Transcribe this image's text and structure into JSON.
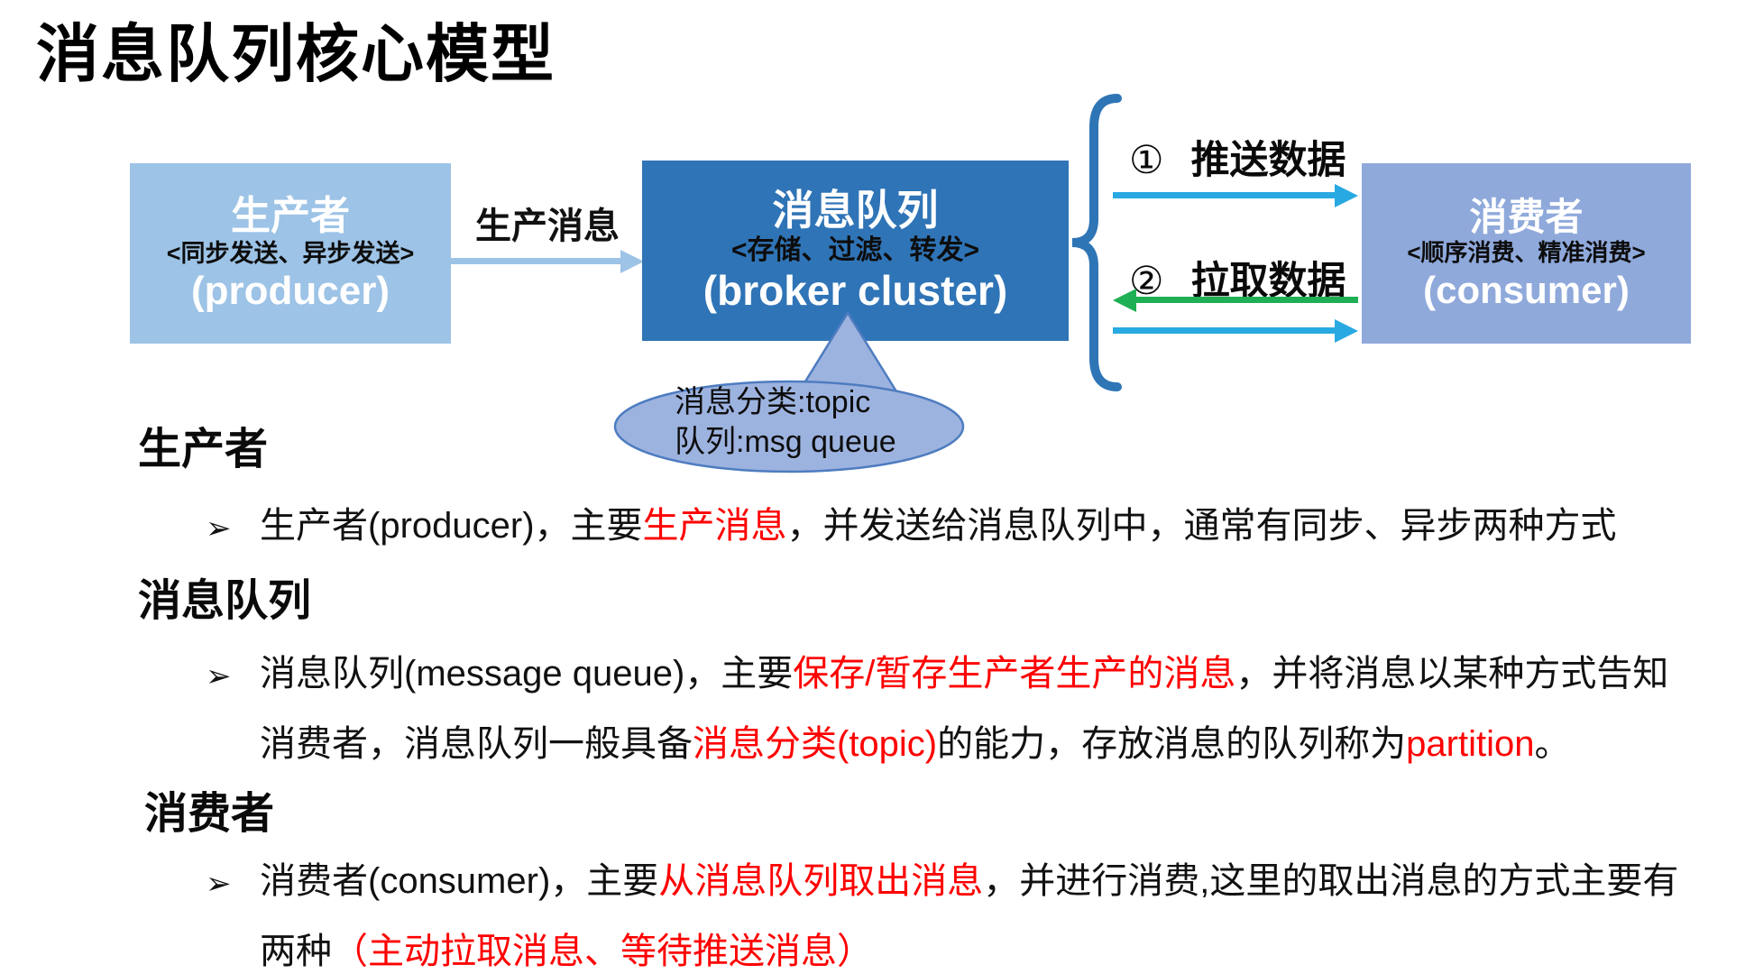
{
  "title": "消息队列核心模型",
  "colors": {
    "producer_box": "#9DC3E6",
    "broker_box": "#2F74B6",
    "consumer_box": "#8FA9DB",
    "bubble_fill": "#9DB3DF",
    "bubble_border": "#4E7CC0",
    "arrow_light": "#9DC3E6",
    "arrow_blue": "#29A9E1",
    "arrow_green": "#1FAF54",
    "brace": "#2E75B6"
  },
  "diagram": {
    "producer_box": {
      "title": "生产者",
      "subtitle": "<同步发送、异步发送>",
      "label": "(producer)"
    },
    "produce_arrow_label": "生产消息",
    "broker_box": {
      "title": "消息队列",
      "subtitle": "<存储、过滤、转发>",
      "label": "(broker cluster)"
    },
    "push": {
      "num": "①",
      "label": "推送数据"
    },
    "pull": {
      "num": "②",
      "label": "拉取数据"
    },
    "consumer_box": {
      "title": "消费者",
      "subtitle": "<顺序消费、精准消费>",
      "label": "(consumer)"
    },
    "bubble": {
      "line1": "消息分类:topic",
      "line2": "队列:msg queue"
    }
  },
  "sections": [
    {
      "heading": "生产者",
      "marker": "➢",
      "segments": [
        {
          "text": "生产者(producer)，主要",
          "color": "#111111"
        },
        {
          "text": "生产消息",
          "color": "#FE0000"
        },
        {
          "text": "，并发送给消息队列中，通常有同步、异步两种方式",
          "color": "#111111"
        }
      ]
    },
    {
      "heading": "消息队列",
      "marker": "➢",
      "segments": [
        {
          "text": "消息队列(message queue)，主要",
          "color": "#111111"
        },
        {
          "text": "保存/暂存生产者生产的消息",
          "color": "#FE0000"
        },
        {
          "text": "，并将消息以某种方式告知消费者，消息队列一般具备",
          "color": "#111111"
        },
        {
          "text": "消息分类(topic)",
          "color": "#FE0000"
        },
        {
          "text": "的能力，存放消息的队列称为",
          "color": "#111111"
        },
        {
          "text": "partition",
          "color": "#FE0000"
        },
        {
          "text": "。",
          "color": "#111111"
        }
      ]
    },
    {
      "heading": "消费者",
      "marker": "➢",
      "segments": [
        {
          "text": "消费者(consumer)，主要",
          "color": "#111111"
        },
        {
          "text": "从消息队列取出消息",
          "color": "#FE0000"
        },
        {
          "text": "，并进行消费,这里的取出消息的方式主要有两种",
          "color": "#111111"
        },
        {
          "text": "（主动拉取消息、等待推送消息）",
          "color": "#FE0000"
        }
      ]
    }
  ]
}
